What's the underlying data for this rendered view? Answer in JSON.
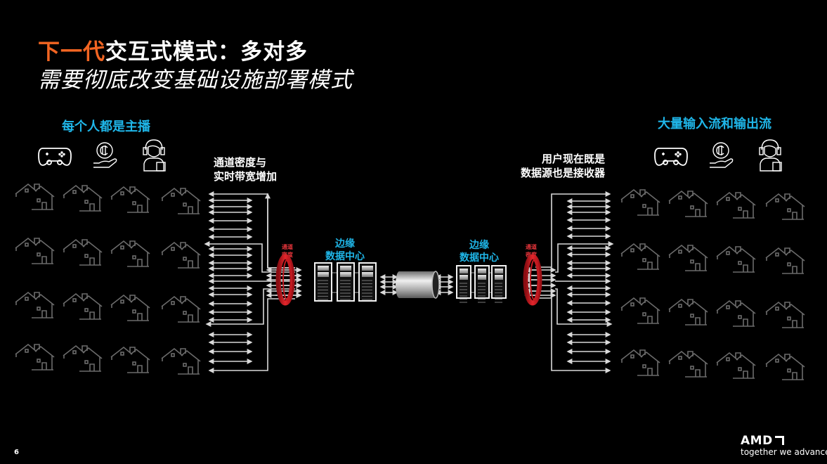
{
  "slide": {
    "title_highlight": "下一代",
    "title_rest": "交互式模式：多对多",
    "subtitle": "需要彻底改变基础设施部署模式",
    "page_number": "6"
  },
  "left_panel": {
    "heading": "每个人都是主播",
    "icons": [
      "gamepad-icon",
      "coin-hand-icon",
      "headset-streamer-icon"
    ],
    "note_line1": "通道密度与",
    "note_line2": "实时带宽增加",
    "channel_label_line1": "通道",
    "channel_label_line2": "密度",
    "datacenter_line1": "边缘",
    "datacenter_line2": "数据中心",
    "house_rows": 4,
    "house_cols": 4
  },
  "right_panel": {
    "heading": "大量输入流和输出流",
    "icons": [
      "gamepad-icon",
      "coin-hand-icon",
      "headset-streamer-icon"
    ],
    "note_line1": "用户现在既是",
    "note_line2": "数据源也是接收器",
    "channel_label_line1": "通道",
    "channel_label_line2": "密度",
    "datacenter_line1": "边缘",
    "datacenter_line2": "数据中心",
    "house_rows": 4,
    "house_cols": 4
  },
  "center": {
    "connector": "network-pipe-icon"
  },
  "branding": {
    "logo": "AMD",
    "tagline": "together we advance_"
  },
  "colors": {
    "background": "#000000",
    "accent_orange": "#f26522",
    "heading_cyan": "#1fb6e8",
    "channel_red": "#e8353b",
    "house_gray": "#6b6b6b",
    "arrow_gray": "#d9d9d9"
  }
}
